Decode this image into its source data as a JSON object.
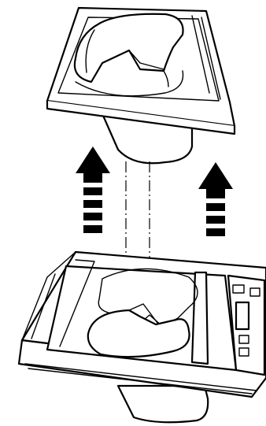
{
  "diagram": {
    "kind": "assembly-illustration",
    "labels": [],
    "parts": [
      "top-tray",
      "arrow-left",
      "arrow-right",
      "guide-lines",
      "base-unit",
      "display-panel",
      "stand"
    ],
    "colors": {
      "line": "#000000",
      "fill": "#ffffff"
    }
  }
}
